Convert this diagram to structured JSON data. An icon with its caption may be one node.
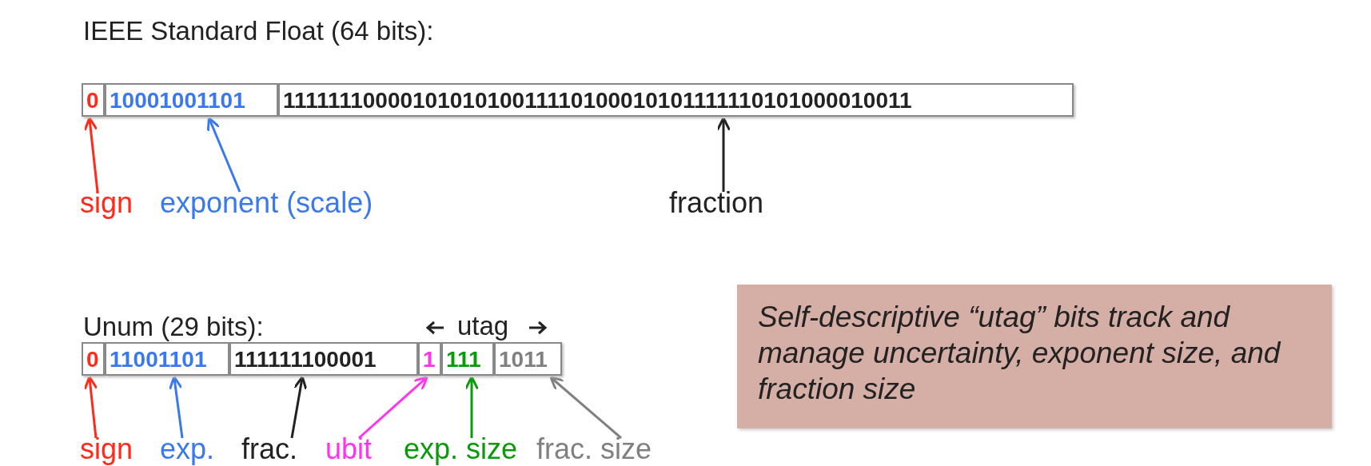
{
  "diagram": {
    "nodes": [
      {
        "text": [
          "0"
        ]
      },
      {
        "text": [
          "10001001101"
        ]
      },
      {
        "text": [
          "1111111000010101010011110100010101111110101000010011"
        ]
      },
      {
        "text": [
          "sign"
        ]
      },
      {
        "text": [
          "exponent (scale)"
        ]
      },
      {
        "text": [
          "fraction"
        ]
      },
      {
        "text": [
          "0"
        ]
      },
      {
        "text": [
          "11001101"
        ]
      },
      {
        "text": [
          "111111100001"
        ]
      },
      {
        "text": [
          "1"
        ]
      },
      {
        "text": [
          "111"
        ]
      },
      {
        "text": [
          "1011"
        ]
      },
      {
        "text": [
          "sign"
        ]
      },
      {
        "text": [
          "exp."
        ]
      },
      {
        "text": [
          "frac."
        ]
      },
      {
        "text": [
          "ubit"
        ]
      },
      {
        "text": [
          "exp. size"
        ]
      },
      {
        "text": [
          "frac. size"
        ]
      },
      {
        "text": [
          "Self-descriptive “utag” bits track and manage uncertainty, exponent size, and fraction size"
        ]
      }
    ],
    "edges": [
      {
        "from": 3,
        "to": 0,
        "arrow": "to",
        "color": "#ff2a1a"
      },
      {
        "from": 4,
        "to": 1,
        "arrow": "to",
        "color": "#3a78f0"
      },
      {
        "from": 5,
        "to": 2,
        "arrow": "to",
        "color": "#222222"
      },
      {
        "from": 12,
        "to": 6,
        "arrow": "to",
        "color": "#ff2a1a"
      },
      {
        "from": 13,
        "to": 7,
        "arrow": "to",
        "color": "#3a78f0"
      },
      {
        "from": 14,
        "to": 8,
        "arrow": "to",
        "color": "#222222"
      },
      {
        "from": 15,
        "to": 9,
        "arrow": "to",
        "color": "#ff33ee"
      },
      {
        "from": 16,
        "to": 10,
        "arrow": "to",
        "color": "#0a9a0a"
      },
      {
        "from": 17,
        "to": 11,
        "arrow": "to",
        "color": "#808080"
      }
    ],
    "labels": [
      "IEEE Standard Float (64 bits):",
      "Unum (29 bits):",
      "utag"
    ]
  }
}
